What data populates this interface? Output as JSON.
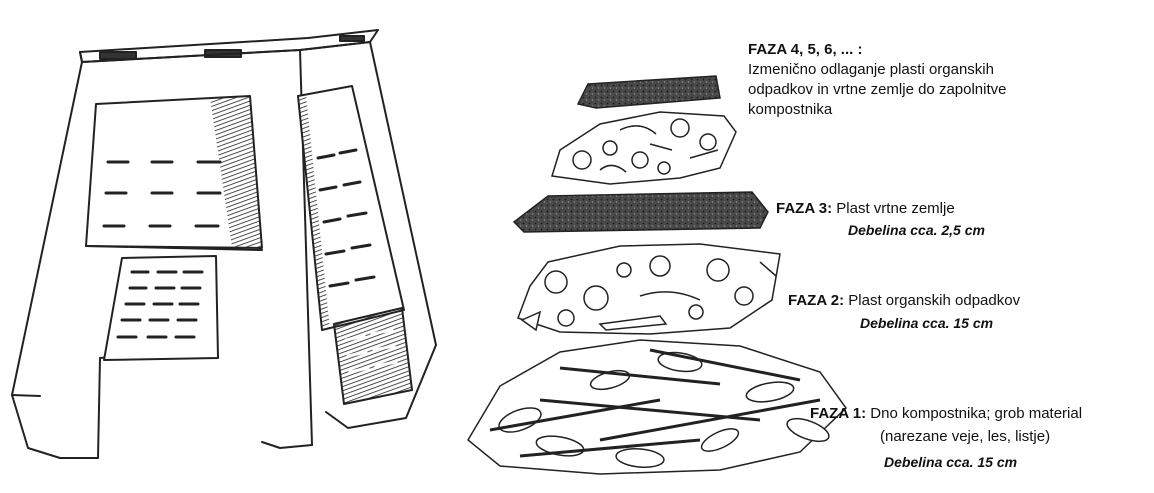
{
  "phases": [
    {
      "id": "faza-4-6",
      "title": "FAZA 4, 5, 6, ... :",
      "desc_lines": [
        "Izmenično odlaganje plasti organskih",
        "odpadkov in vrtne zemlje do zapolnitve",
        "kompostnika"
      ]
    },
    {
      "id": "faza-3",
      "title": "FAZA 3:",
      "desc": "Plast vrtne zemlje",
      "thickness": "Debelina cca. 2,5 cm"
    },
    {
      "id": "faza-2",
      "title": "FAZA 2:",
      "desc": "Plast organskih odpadkov",
      "thickness": "Debelina cca. 15 cm"
    },
    {
      "id": "faza-1",
      "title": "FAZA 1:",
      "desc": "Dno kompostnika; grob material",
      "desc2": "(narezane veje, les, listje)",
      "thickness": "Debelina cca. 15 cm"
    }
  ]
}
